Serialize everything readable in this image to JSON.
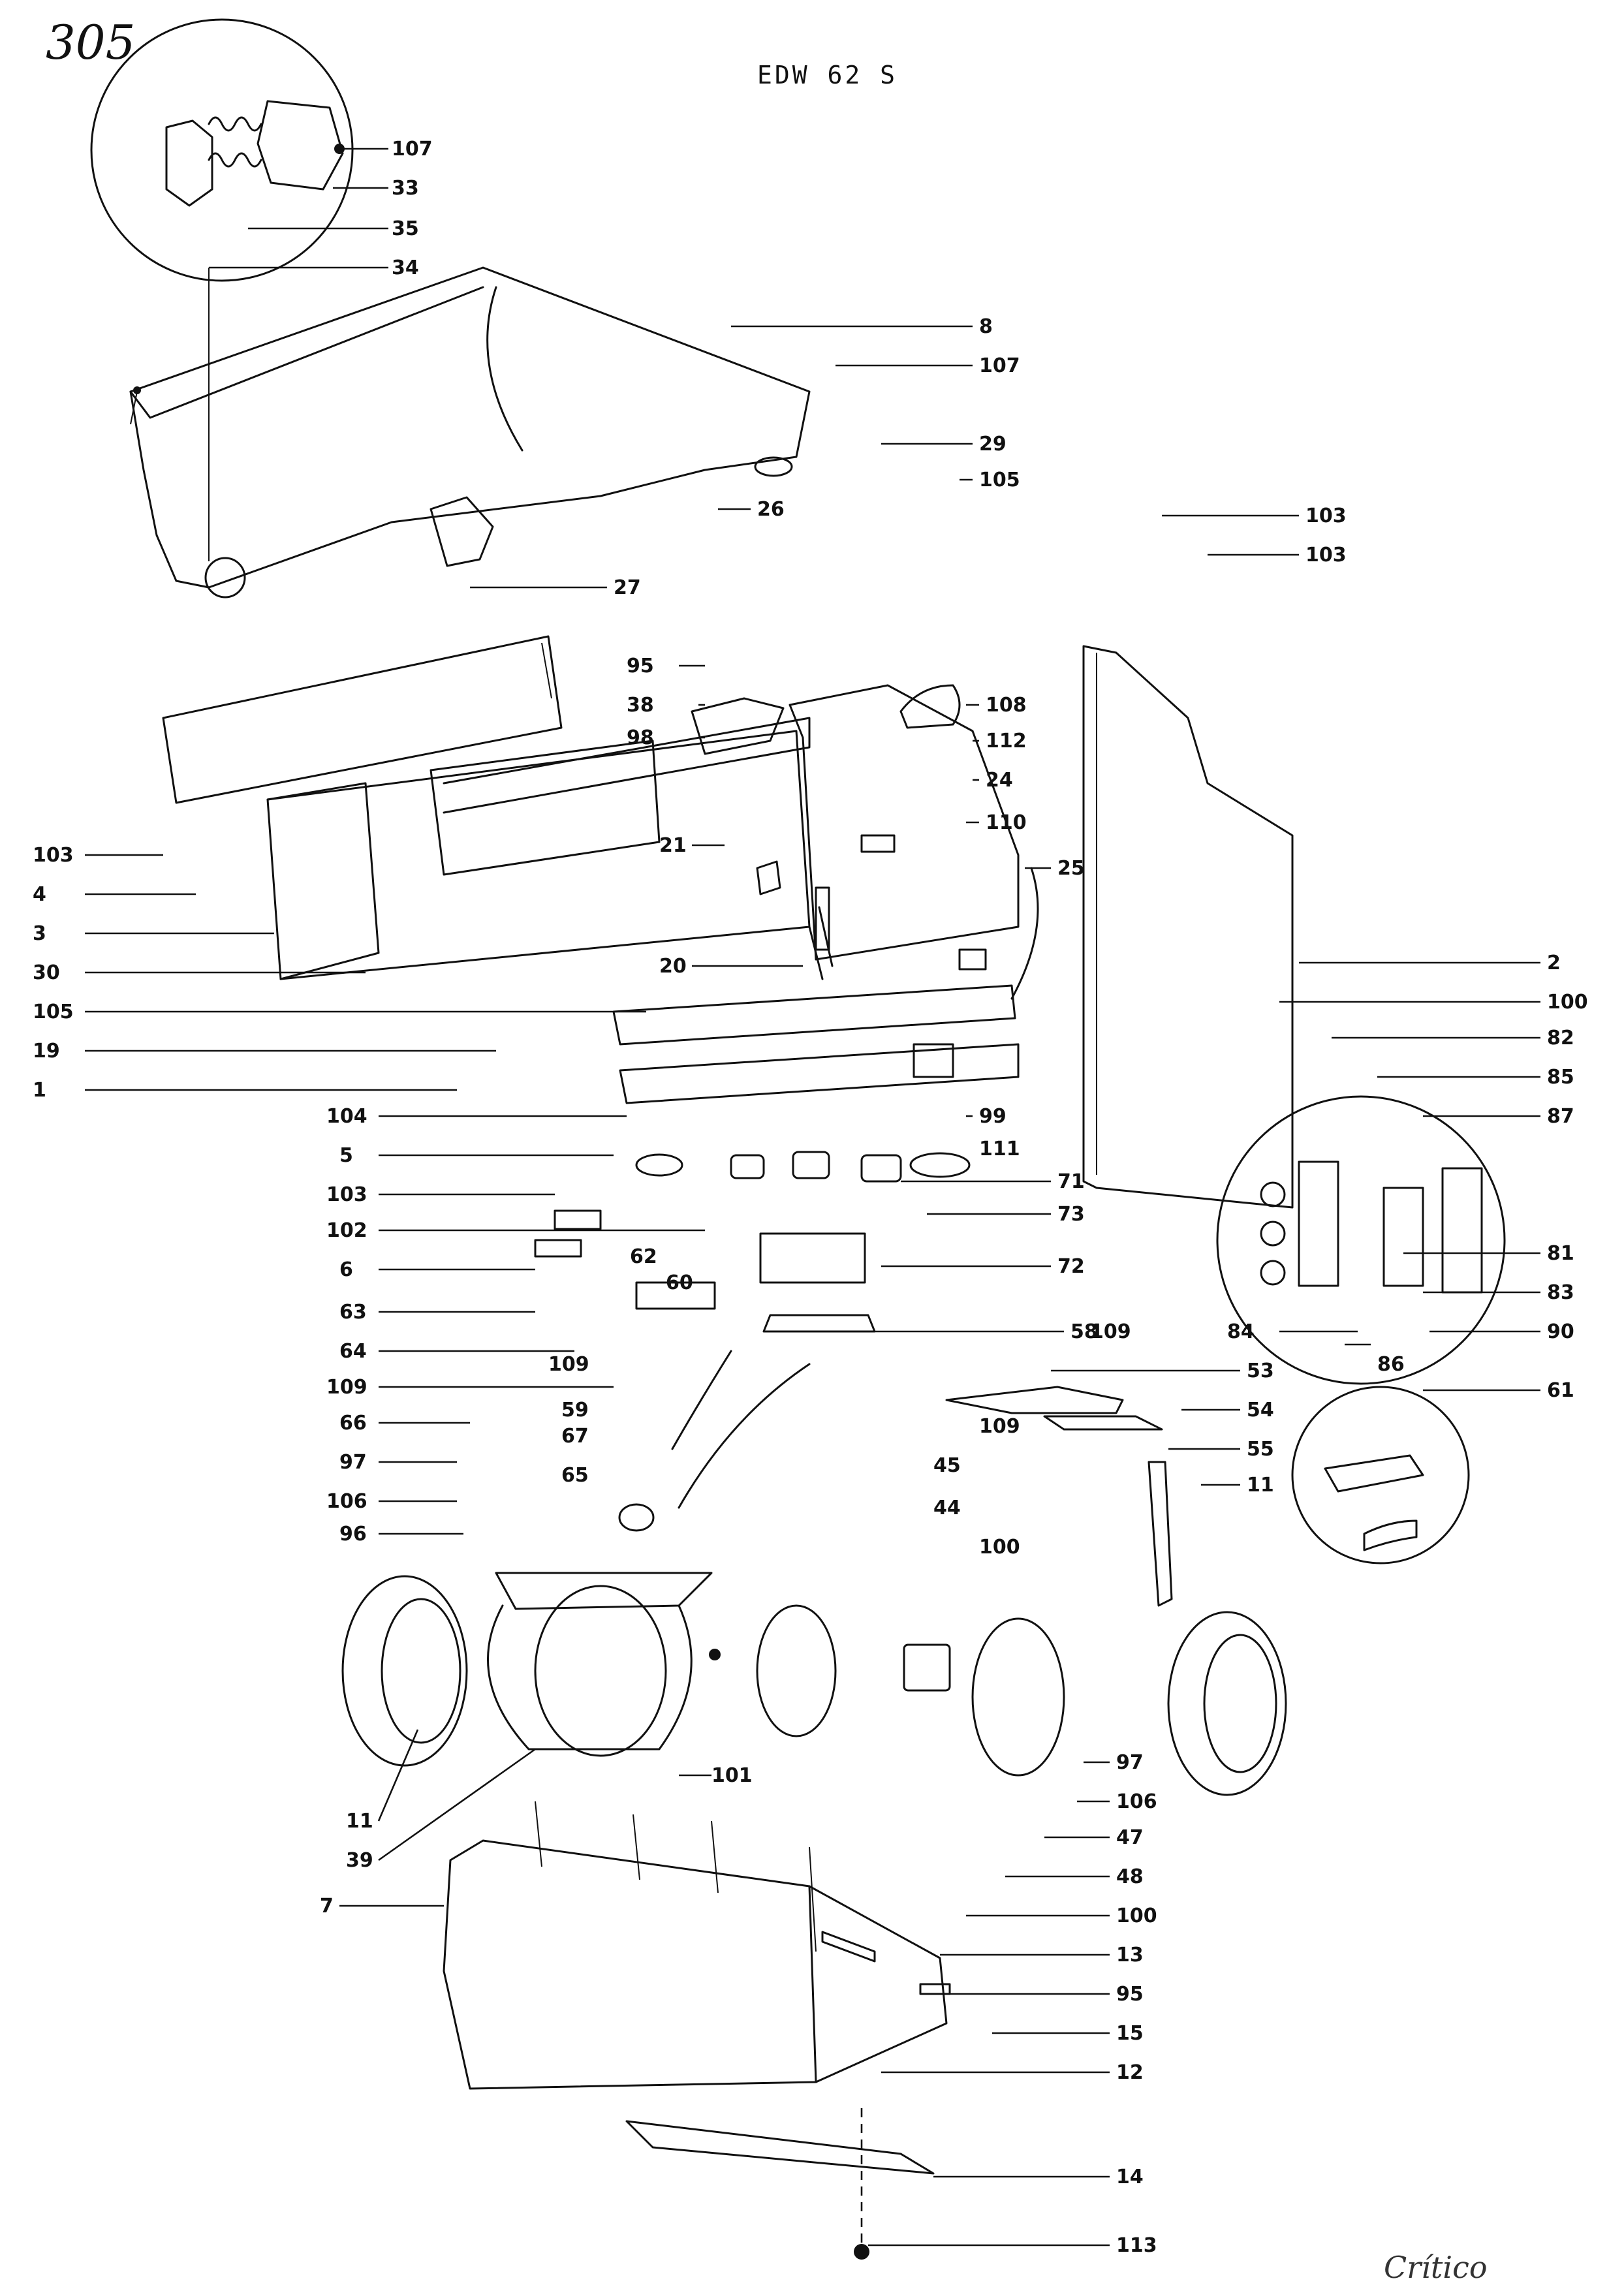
{
  "diagram": {
    "title": "EDW 62 S",
    "corner_note": "305",
    "signature": "Crítico",
    "parts": [
      {
        "id": "p107a",
        "label": "107"
      },
      {
        "id": "p33",
        "label": "33"
      },
      {
        "id": "p35",
        "label": "35"
      },
      {
        "id": "p34",
        "label": "34"
      },
      {
        "id": "p8",
        "label": "8"
      },
      {
        "id": "p107b",
        "label": "107"
      },
      {
        "id": "p29",
        "label": "29"
      },
      {
        "id": "p26",
        "label": "26"
      },
      {
        "id": "p105a",
        "label": "105"
      },
      {
        "id": "p103a",
        "label": "103"
      },
      {
        "id": "p103b",
        "label": "103"
      },
      {
        "id": "p27",
        "label": "27"
      },
      {
        "id": "p95a",
        "label": "95"
      },
      {
        "id": "p38",
        "label": "38"
      },
      {
        "id": "p108",
        "label": "108"
      },
      {
        "id": "p98",
        "label": "98"
      },
      {
        "id": "p112",
        "label": "112"
      },
      {
        "id": "p24",
        "label": "24"
      },
      {
        "id": "p110",
        "label": "110"
      },
      {
        "id": "p103c",
        "label": "103"
      },
      {
        "id": "p25",
        "label": "25"
      },
      {
        "id": "p4",
        "label": "4"
      },
      {
        "id": "p3",
        "label": "3"
      },
      {
        "id": "p30",
        "label": "30"
      },
      {
        "id": "p21",
        "label": "21"
      },
      {
        "id": "p2",
        "label": "2"
      },
      {
        "id": "p105b",
        "label": "105"
      },
      {
        "id": "p20",
        "label": "20"
      },
      {
        "id": "p100a",
        "label": "100"
      },
      {
        "id": "p19",
        "label": "19"
      },
      {
        "id": "p82",
        "label": "82"
      },
      {
        "id": "p1",
        "label": "1"
      },
      {
        "id": "p85",
        "label": "85"
      },
      {
        "id": "p104",
        "label": "104"
      },
      {
        "id": "p99",
        "label": "99"
      },
      {
        "id": "p5",
        "label": "5"
      },
      {
        "id": "p111",
        "label": "111"
      },
      {
        "id": "p87",
        "label": "87"
      },
      {
        "id": "p103d",
        "label": "103"
      },
      {
        "id": "p71",
        "label": "71"
      },
      {
        "id": "p102",
        "label": "102"
      },
      {
        "id": "p73",
        "label": "73"
      },
      {
        "id": "p6",
        "label": "6"
      },
      {
        "id": "p62",
        "label": "62"
      },
      {
        "id": "p72",
        "label": "72"
      },
      {
        "id": "p81",
        "label": "81"
      },
      {
        "id": "p63",
        "label": "63"
      },
      {
        "id": "p60",
        "label": "60"
      },
      {
        "id": "p58",
        "label": "58"
      },
      {
        "id": "p83",
        "label": "83"
      },
      {
        "id": "p64",
        "label": "64"
      },
      {
        "id": "p84",
        "label": "84"
      },
      {
        "id": "p90",
        "label": "90"
      },
      {
        "id": "p109a",
        "label": "109"
      },
      {
        "id": "p109b",
        "label": "109"
      },
      {
        "id": "p86",
        "label": "86"
      },
      {
        "id": "p109c",
        "label": "109"
      },
      {
        "id": "p53",
        "label": "53"
      },
      {
        "id": "p59",
        "label": "59"
      },
      {
        "id": "p61",
        "label": "61"
      },
      {
        "id": "p66",
        "label": "66"
      },
      {
        "id": "p54",
        "label": "54"
      },
      {
        "id": "p109d",
        "label": "109"
      },
      {
        "id": "p67",
        "label": "67"
      },
      {
        "id": "p55",
        "label": "55"
      },
      {
        "id": "p97a",
        "label": "97"
      },
      {
        "id": "p45",
        "label": "45"
      },
      {
        "id": "p106a",
        "label": "106"
      },
      {
        "id": "p11a",
        "label": "11"
      },
      {
        "id": "p65",
        "label": "65"
      },
      {
        "id": "p44",
        "label": "44"
      },
      {
        "id": "p96",
        "label": "96"
      },
      {
        "id": "p100b",
        "label": "100"
      },
      {
        "id": "p101",
        "label": "101"
      },
      {
        "id": "p97b",
        "label": "97"
      },
      {
        "id": "p106b",
        "label": "106"
      },
      {
        "id": "p11b",
        "label": "11"
      },
      {
        "id": "p47",
        "label": "47"
      },
      {
        "id": "p39",
        "label": "39"
      },
      {
        "id": "p48",
        "label": "48"
      },
      {
        "id": "p7",
        "label": "7"
      },
      {
        "id": "p100c",
        "label": "100"
      },
      {
        "id": "p13",
        "label": "13"
      },
      {
        "id": "p95b",
        "label": "95"
      },
      {
        "id": "p15",
        "label": "15"
      },
      {
        "id": "p12",
        "label": "12"
      },
      {
        "id": "p14",
        "label": "14"
      },
      {
        "id": "p113",
        "label": "113"
      }
    ]
  }
}
